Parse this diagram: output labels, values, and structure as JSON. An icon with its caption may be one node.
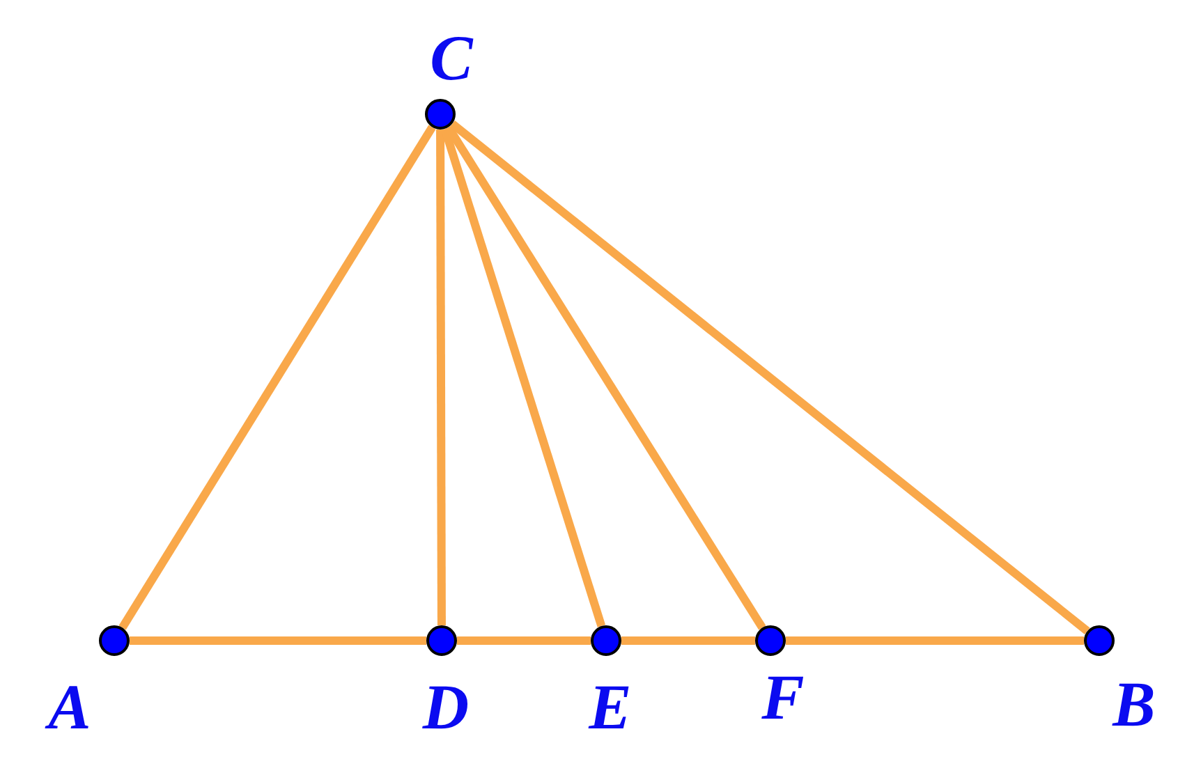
{
  "diagram": {
    "nodes": [
      {
        "text": [
          "C"
        ]
      },
      {
        "text": [
          "A"
        ]
      },
      {
        "text": [
          "D"
        ]
      },
      {
        "text": [
          "E"
        ]
      },
      {
        "text": [
          "F"
        ]
      },
      {
        "text": [
          "B"
        ]
      }
    ],
    "edges": [
      {
        "from": 0,
        "to": 1,
        "arrow": "none"
      },
      {
        "from": 0,
        "to": 2,
        "arrow": "none"
      },
      {
        "from": 0,
        "to": 3,
        "arrow": "none"
      },
      {
        "from": 0,
        "to": 4,
        "arrow": "none"
      },
      {
        "from": 0,
        "to": 5,
        "arrow": "none"
      },
      {
        "from": 1,
        "to": 2,
        "arrow": "none"
      },
      {
        "from": 2,
        "to": 3,
        "arrow": "none"
      },
      {
        "from": 3,
        "to": 4,
        "arrow": "none"
      },
      {
        "from": 4,
        "to": 5,
        "arrow": "none"
      }
    ]
  }
}
